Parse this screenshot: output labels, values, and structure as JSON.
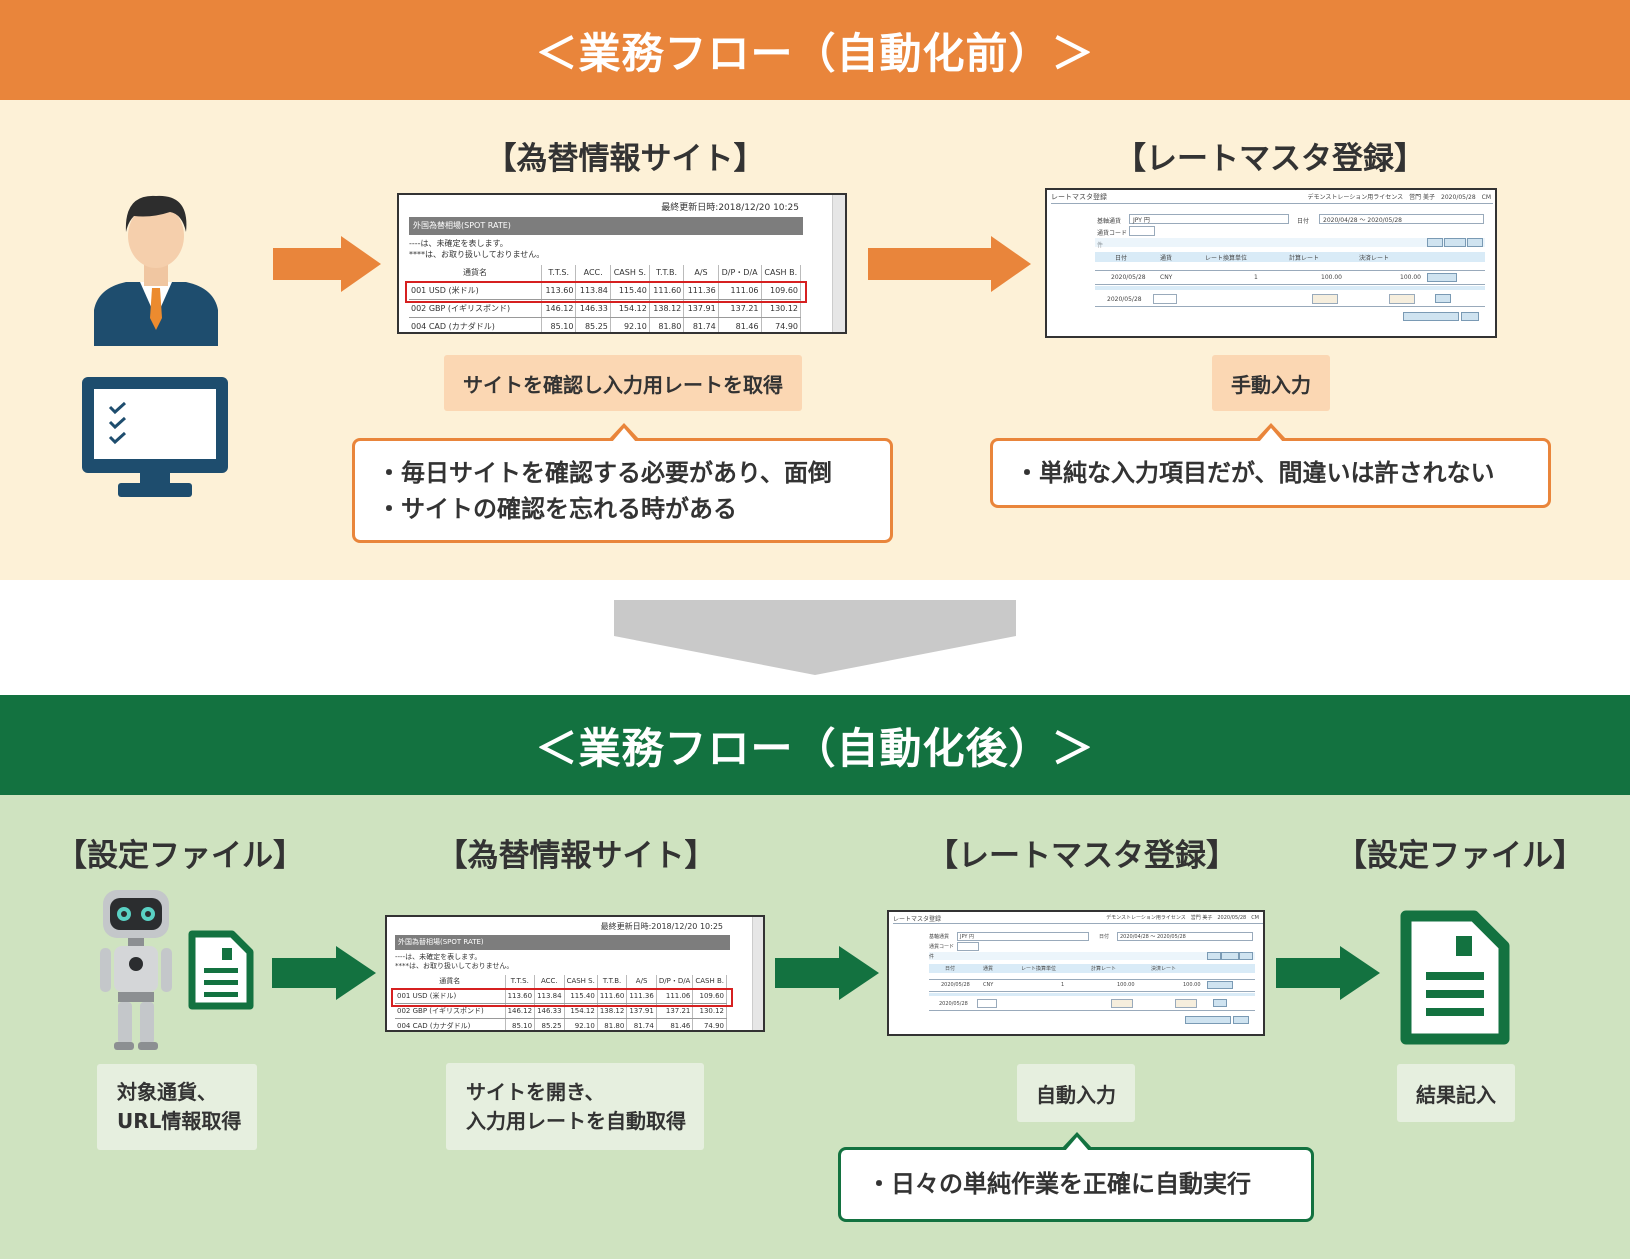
{
  "before": {
    "title": "＜業務フロー（自動化前）＞",
    "colors": {
      "bar": "#e9853b",
      "bg": "#fdf1d7",
      "arrow": "#e9853b",
      "tag": "#fbd7b3",
      "border": "#e9853b"
    },
    "site": {
      "heading": "【為替情報サイト】",
      "tag": "サイトを確認し入力用レートを取得",
      "bubble": [
        "・毎日サイトを確認する必要があり、面倒",
        "・サイトの確認を忘れる時がある"
      ]
    },
    "master": {
      "heading": "【レートマスタ登録】",
      "tag": "手動入力",
      "bubble": [
        "・単純な入力項目だが、間違いは許されない"
      ]
    },
    "icons": [
      "person-icon",
      "monitor-checklist-icon"
    ]
  },
  "after": {
    "title": "＜業務フロー（自動化後）＞",
    "colors": {
      "bar": "#137240",
      "bg": "#cfe3c0",
      "arrow": "#137240",
      "tag": "#e6efdf",
      "border": "#137240"
    },
    "settings_in": {
      "heading": "【設定ファイル】",
      "tag": [
        "対象通貨、",
        "URL情報取得"
      ]
    },
    "site": {
      "heading": "【為替情報サイト】",
      "tag": [
        "サイトを開き、",
        "入力用レートを自動取得"
      ]
    },
    "master": {
      "heading": "【レートマスタ登録】",
      "tag": "自動入力",
      "bubble": [
        "・日々の単純作業を正確に自動実行"
      ]
    },
    "settings_out": {
      "heading": "【設定ファイル】",
      "tag": "結果記入"
    },
    "icons": [
      "robot-icon",
      "document-icon"
    ]
  },
  "site_screenshot": {
    "updated": "最終更新日時:2018/12/20 10:25",
    "table_title": "外国為替相場(SPOT RATE)",
    "notes": [
      "----は、未確定を表します。",
      "****は、お取り扱いしておりません。"
    ],
    "columns": [
      "通貨名",
      "T.T.S.",
      "ACC.",
      "CASH S.",
      "T.T.B.",
      "A/S",
      "D/P・D/A",
      "CASH B."
    ],
    "rows": [
      [
        "001 USD (米ドル)",
        "113.60",
        "113.84",
        "115.40",
        "111.60",
        "111.36",
        "111.06",
        "109.60"
      ],
      [
        "002 GBP (イギリスポンド)",
        "146.12",
        "146.33",
        "154.12",
        "138.12",
        "137.91",
        "137.21",
        "130.12"
      ],
      [
        "004 CAD (カナダドル)",
        "85.10",
        "85.25",
        "92.10",
        "81.80",
        "81.74",
        "81.46",
        "74.90"
      ]
    ]
  },
  "rate_master_screenshot": {
    "title": "レートマスタ登録",
    "header_right": "デモンストレーション用ライセンス　営門 美子　2020/05/28　CM",
    "currency": "JPY 円",
    "date_label": "日付",
    "date_range": "2020/04/28 ～ 2020/05/28",
    "labels": [
      "基軸通貨",
      "通貨コード",
      "件"
    ],
    "columns": [
      "日付",
      "通貨",
      "レート換算単位",
      "計算レート",
      "決済レート"
    ],
    "row": [
      "2020/05/28",
      "CNY",
      "1",
      "100.00",
      "100.00"
    ],
    "new_date": "2020/05/28"
  }
}
